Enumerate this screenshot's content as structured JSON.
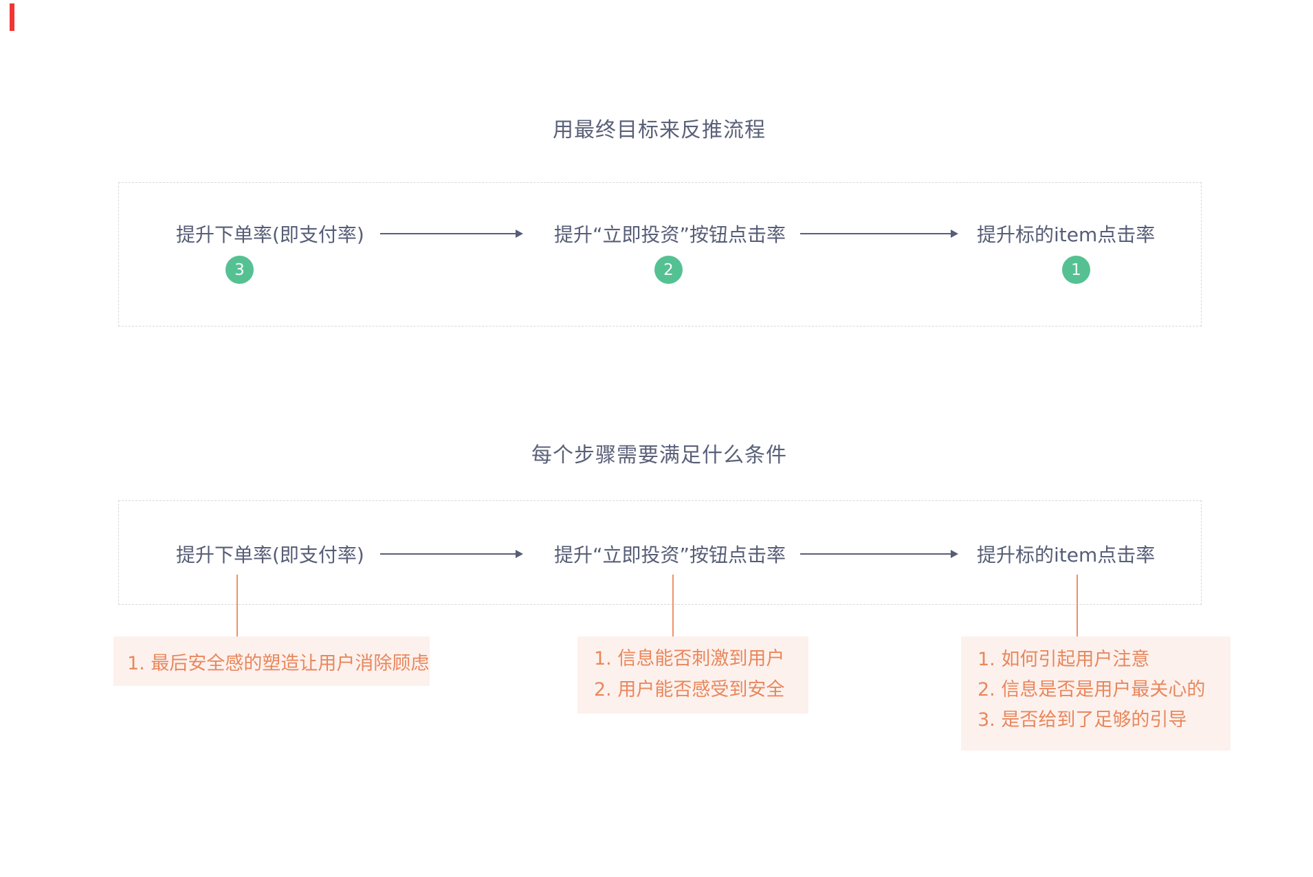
{
  "section1": {
    "title": "用最终目标来反推流程",
    "nodes": [
      {
        "label": "提升下单率(即支付率)",
        "badge": "3"
      },
      {
        "label": "提升“立即投资”按钮点击率",
        "badge": "2"
      },
      {
        "label": "提升标的item点击率",
        "badge": "1"
      }
    ]
  },
  "section2": {
    "title": "每个步骤需要满足什么条件",
    "nodes": [
      {
        "label": "提升下单率(即支付率)"
      },
      {
        "label": "提升“立即投资”按钮点击率"
      },
      {
        "label": "提升标的item点击率"
      }
    ],
    "notes": [
      {
        "items": [
          "1. 最后安全感的塑造让用户消除顾虑"
        ]
      },
      {
        "items": [
          "1. 信息能否刺激到用户",
          "2. 用户能否感受到安全"
        ]
      },
      {
        "items": [
          "1. 如何引起用户注意",
          "2. 信息是否是用户最关心的",
          "3. 是否给到了足够的引导"
        ]
      }
    ]
  },
  "colors": {
    "node_text": "#565d76",
    "title_text": "#5a6078",
    "arrow": "#565d76",
    "badge_green": "#55c193",
    "dashed_border": "#d8d8d8",
    "note_background": "#fdf1ed",
    "note_text": "#e8875c",
    "connector_orange": "#ee9066",
    "corner_mark_red": "#f13434"
  }
}
